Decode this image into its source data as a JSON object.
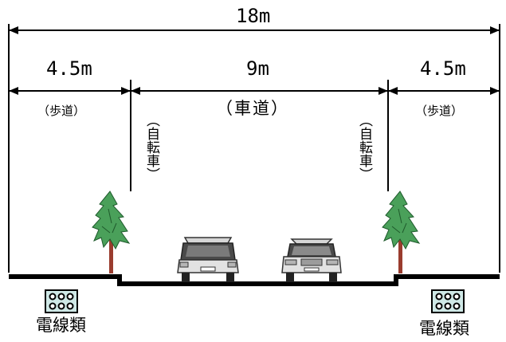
{
  "dimensions": {
    "total": "18m",
    "sidewalk_left": "4.5m",
    "roadway": "9m",
    "sidewalk_right": "4.5m"
  },
  "labels": {
    "sidewalk_left": "（歩道）",
    "roadway": "（車道）",
    "sidewalk_right": "（歩道）",
    "bike_lane_left": "（自転車）",
    "bike_lane_right": "（自転車）",
    "cable_left": "電線類",
    "cable_right": "電線類"
  },
  "colors": {
    "line": "#000000",
    "tree_leaf": "#4aa05a",
    "tree_trunk": "#9a3c2e",
    "cable_box": "#cfe8e6"
  }
}
